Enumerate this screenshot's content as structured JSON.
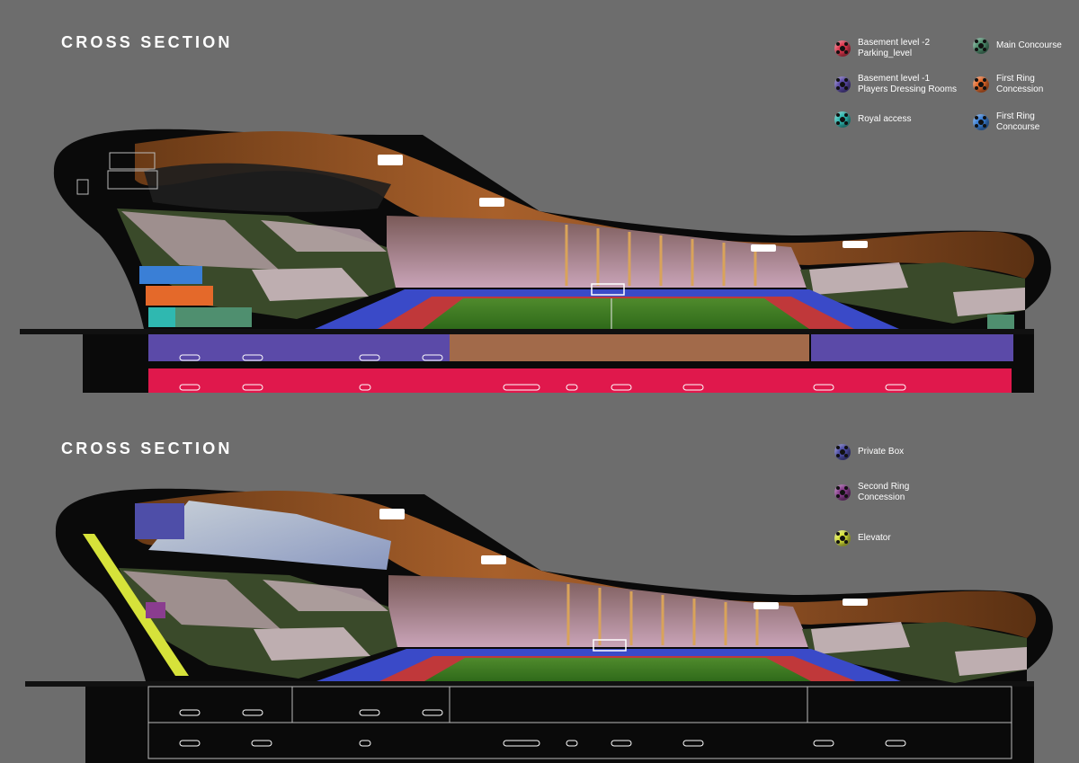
{
  "sections": [
    {
      "title": "CROSS SECTION",
      "legend": [
        {
          "label": "Basement level -2\nParking_level",
          "color": "#e0384f",
          "icon": "soccer-ball-icon"
        },
        {
          "label": "Main Concourse",
          "color": "#4f8f6f",
          "icon": "soccer-ball-icon"
        },
        {
          "label": "Basement level -1\nPlayers Dressing Rooms",
          "color": "#5b4aa8",
          "icon": "soccer-ball-icon"
        },
        {
          "label": "First Ring\nConcession",
          "color": "#e4692a",
          "icon": "soccer-ball-icon"
        },
        {
          "label": "Royal access",
          "color": "#2fb8b0",
          "icon": "soccer-ball-icon"
        },
        {
          "label": "First Ring\nConcourse",
          "color": "#3a7fd6",
          "icon": "soccer-ball-icon"
        }
      ]
    },
    {
      "title": "CROSS SECTION",
      "legend": [
        {
          "label": "Private Box",
          "color": "#4e4ea8",
          "icon": "soccer-ball-icon"
        },
        {
          "label": "Second Ring\nConcession",
          "color": "#8a3d8f",
          "icon": "soccer-ball-icon"
        },
        {
          "label": "Elevator",
          "color": "#d6e23a",
          "icon": "soccer-ball-icon"
        }
      ]
    }
  ]
}
